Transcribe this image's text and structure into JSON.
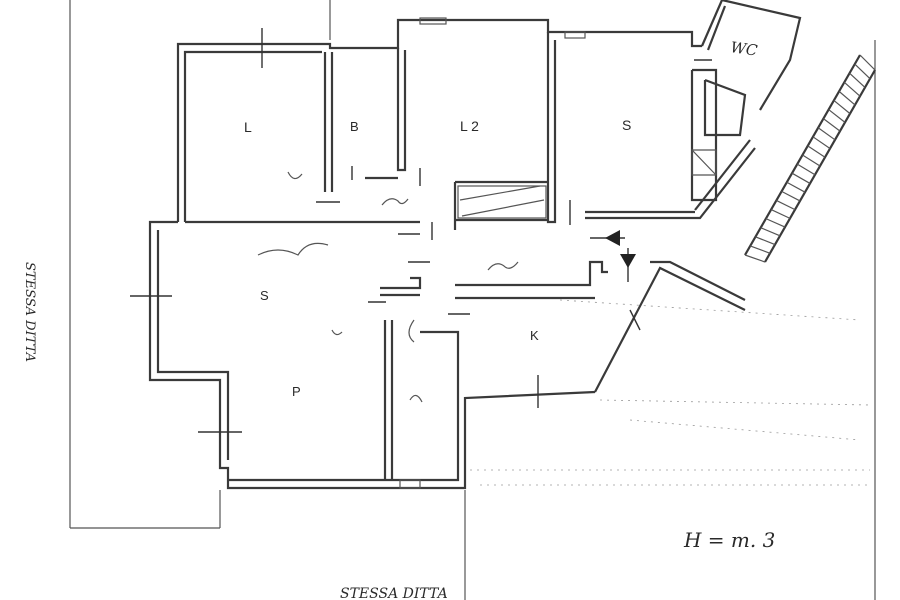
{
  "rooms": {
    "living_left": "L",
    "bath": "B",
    "living_center": "L 2",
    "studio_right": "S",
    "salon": "S",
    "dining": "P",
    "kitchen": "K"
  },
  "annotations": {
    "height": "H = m. 3",
    "bottom_neighbor": "STESSA DITTA",
    "left_neighbor": "STESSA DITTA",
    "wc": "WC"
  },
  "colors": {
    "ink": "#3a3a3a",
    "paper": "#ffffff"
  }
}
